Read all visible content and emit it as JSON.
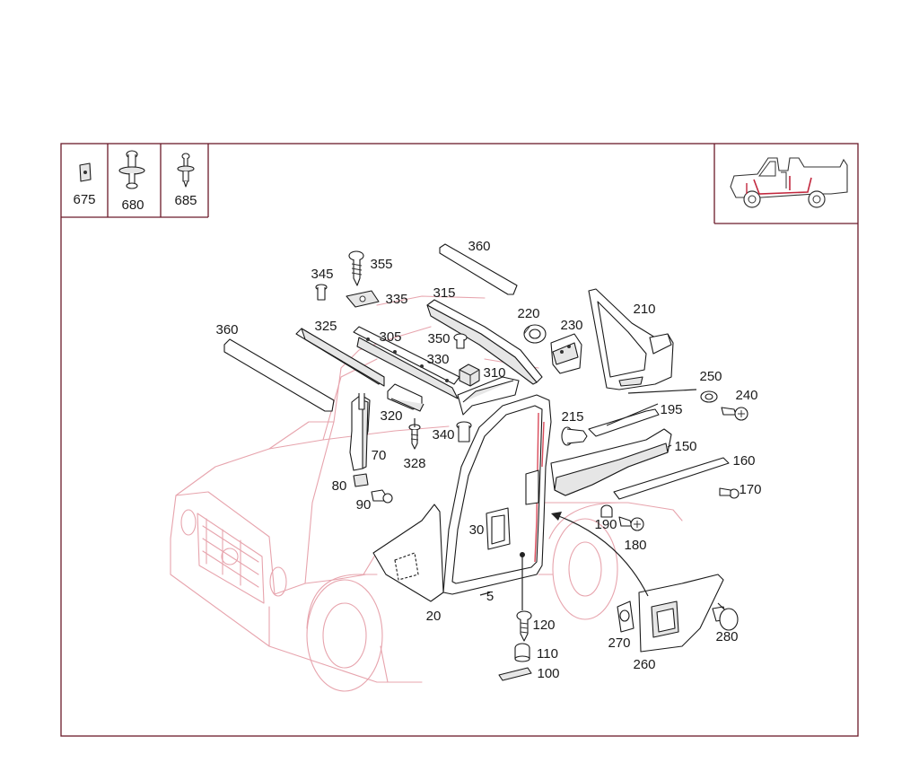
{
  "legend_parts": [
    {
      "id": "675",
      "icon": "clip-icon"
    },
    {
      "id": "680",
      "icon": "push-rivet-icon"
    },
    {
      "id": "685",
      "icon": "screw-grommet-icon"
    }
  ],
  "vehicle_thumbnail": {
    "icon": "vehicle-convertible-icon"
  },
  "callouts": {
    "c5": "5",
    "c20": "20",
    "c30": "30",
    "c70": "70",
    "c80": "80",
    "c90": "90",
    "c100": "100",
    "c110": "110",
    "c120": "120",
    "c150": "150",
    "c160": "160",
    "c170": "170",
    "c180": "180",
    "c190": "190",
    "c195": "195",
    "c210": "210",
    "c215": "215",
    "c220": "220",
    "c230": "230",
    "c240": "240",
    "c250": "250",
    "c260": "260",
    "c270": "270",
    "c280": "280",
    "c305": "305",
    "c310": "310",
    "c315": "315",
    "c320": "320",
    "c325": "325",
    "c328": "328",
    "c330": "330",
    "c335": "335",
    "c340": "340",
    "c345": "345",
    "c350": "350",
    "c355": "355",
    "c360a": "360",
    "c360b": "360"
  },
  "colors": {
    "frame": "#6b1a2a",
    "ghost_vehicle": "#e7a4ad",
    "seal_highlight": "#d94a5a",
    "vehicle_thumb": "#8b2030"
  }
}
